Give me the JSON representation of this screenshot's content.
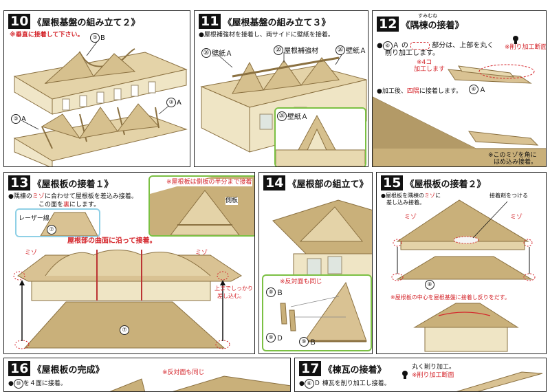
{
  "panels": {
    "p10": {
      "num": "10",
      "title": "《屋根基盤の組み立て２》",
      "note": "※垂直に接着して下さい。",
      "labels": {
        "a1": "③",
        "a1s": "B",
        "a2": "③",
        "a2s": "A",
        "a3": "③",
        "a3s": "A"
      }
    },
    "p11": {
      "num": "11",
      "title": "《屋根基盤の組み立て３》",
      "text": "●屋根補強材を接着し、両サイドに壁紙を接着。",
      "labels": {
        "l1": "㉖",
        "l1s": "壁紙Ａ",
        "l2": "⑳",
        "l2s": "屋根補強材",
        "l3": "㉖",
        "l3s": "壁紙Ａ",
        "l4": "㉖",
        "l4s": "壁紙Ａ"
      }
    },
    "p12": {
      "num": "12",
      "title": "《隅棟の接着》",
      "ruby": "すみむね",
      "text1a": "●",
      "text1b": "⑥",
      "text1c": "Ａ の",
      "text1d": "部分は、上部を丸く",
      "text1e": "削り加工します。",
      "note1": "※4コ",
      "note1b": "加工します",
      "note2": "※削り加工断面",
      "lbl": "⑥",
      "lbls": "Ａ",
      "text2a": "●加工後、",
      "text2b": "四隅",
      "text2c": "に接着します。",
      "note3": "※このミゾを角に",
      "note3b": "はめ込み接着。"
    },
    "p13": {
      "num": "13",
      "title": "《屋根板の接着１》",
      "text1a": "●隅棟の",
      "text1b": "ミゾ",
      "text1c": "に合わせて屋根板を差込み接着。",
      "text2a": "この面を",
      "text2b": "裏",
      "text2c": "にします。",
      "laser": "レーザー線",
      "n7": "⑦",
      "curve": "屋根部の曲面に沿って接着。",
      "mizo1": "ミゾ",
      "mizo2": "ミゾ",
      "inset_note": "※屋根板は側板の半分まで接着",
      "inset_lbl": "側板",
      "insert1": "上までしっかり",
      "insert2": "差し込む。",
      "n7b": "⑦"
    },
    "p14": {
      "num": "14",
      "title": "《屋根部の組立て》",
      "note": "※反対面も同じ",
      "l1": "⑨",
      "l1s": "Ｂ",
      "l2": "⑨",
      "l2s": "Ｄ",
      "l3": "⑨",
      "l3s": "Ｂ"
    },
    "p15": {
      "num": "15",
      "title": "《屋根板の接着２》",
      "text1a": "●屋根板を隅棟の",
      "text1b": "ミゾ",
      "text1c": "に",
      "text2": "差し込み接着。",
      "glue": "接着剤をつける",
      "mizo1": "ミゾ",
      "mizo2": "ミゾ",
      "n8": "⑧",
      "note": "※屋根板の中心を屋根基盤に接着し反りをだす。"
    },
    "p16": {
      "num": "16",
      "title": "《屋根板の完成》",
      "text1": "●",
      "text1b": "⑩",
      "text1c": "を４面に接着。",
      "note": "※反対面も同じ"
    },
    "p17": {
      "num": "17",
      "title": "《棟瓦の接着》",
      "text1a": "●",
      "text1b": "⑥",
      "text1c": "Ｄ 棟瓦を削り加工し接着。",
      "note1": "丸く削り加工。",
      "note2": "※削り加工断面"
    }
  },
  "colors": {
    "wood": "#d9c293",
    "wood_dark": "#b39a67",
    "roof": "#c9b07a",
    "accent_red": "#d4242a",
    "inset_green": "#7bc043",
    "inset_blue": "#8fd0e6"
  }
}
